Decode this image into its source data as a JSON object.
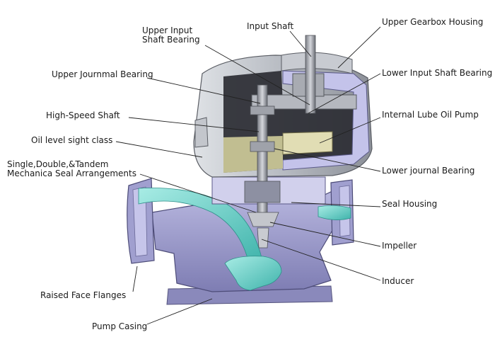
{
  "labels": {
    "input_shaft": "Input Shaft",
    "upper_gearbox_housing": "Upper Gearbox Housing",
    "upper_input_shaft_bearing": "Upper Input\nShaft Bearing",
    "lower_input_shaft_bearing": "Lower Input Shaft Bearing",
    "upper_journal_bearing": "Upper Journmal Bearing",
    "internal_lube_oil_pump": "Internal Lube Oil Pump",
    "high_speed_shaft": "High-Speed Shaft",
    "oil_level_sight_class": "Oil level sight class",
    "lower_journal_bearing": "Lower journal Bearing",
    "seal_arrangements": "Single,Double,&Tandem\nMechanica Seal Arrangements",
    "seal_housing": "Seal Housing",
    "impeller": "Impeller",
    "inducer": "Inducer",
    "raised_face_flanges": "Raised Face Flanges",
    "pump_casing": "Pump Casing"
  },
  "colors": {
    "casing": "#8f8fc0",
    "casing_light": "#b4b3dc",
    "housing": "#c9ccd2",
    "fluid": "#76cfc8",
    "oil": "#e8e4a8",
    "shaft": "#9b9ea6"
  }
}
